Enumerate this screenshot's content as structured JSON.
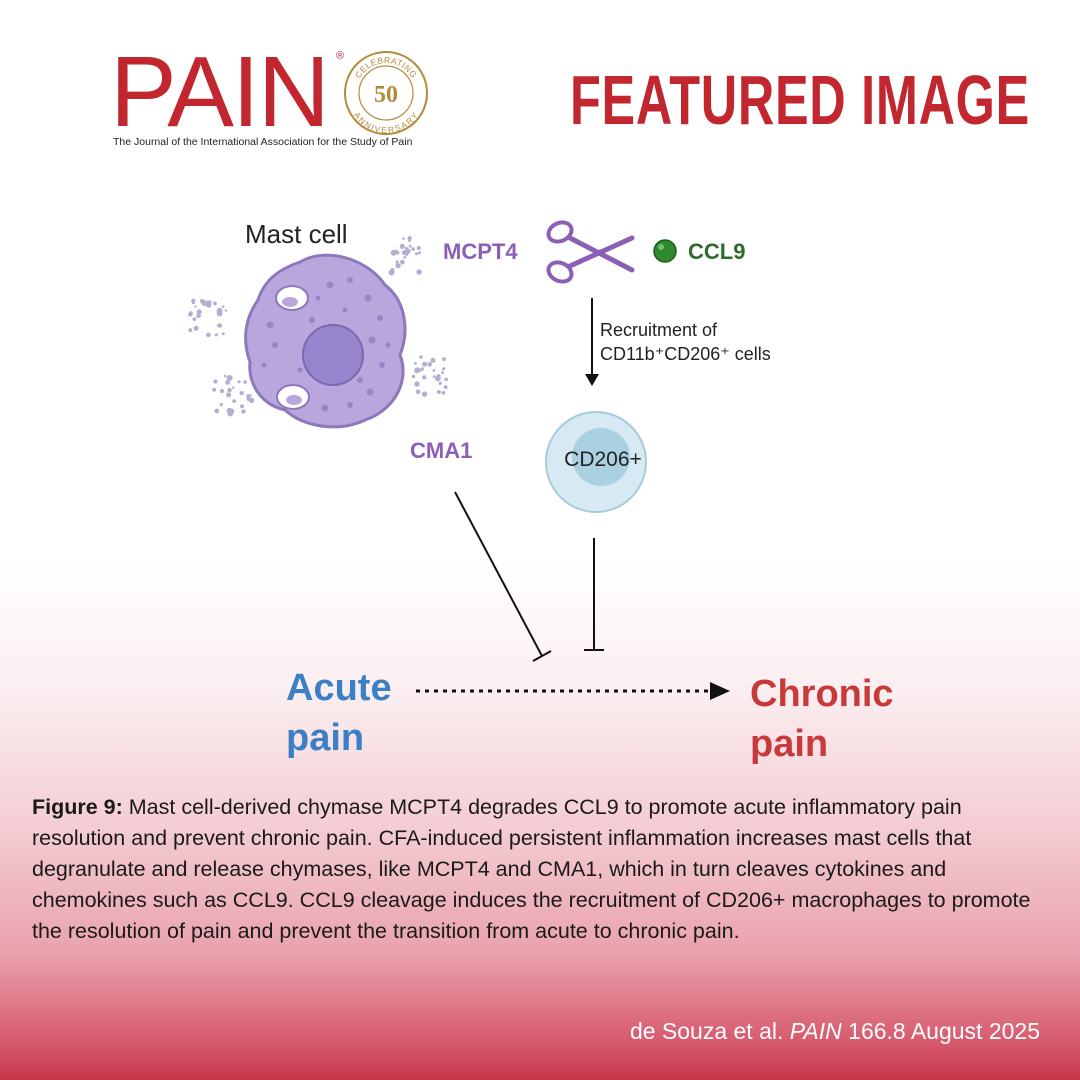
{
  "header": {
    "logo_text": "PAIN",
    "logo_registered": "®",
    "logo_tagline": "The Journal of the International Association for the Study of Pain",
    "seal_top_text": "CELEBRATING",
    "seal_number": "50",
    "seal_bottom_text": "ANNIVERSARY",
    "featured_title": "FEATURED IMAGE"
  },
  "diagram": {
    "mast_cell_label": "Mast cell",
    "mcpt4_label": "MCPT4",
    "ccl9_label": "CCL9",
    "recruitment_line1": "Recruitment of",
    "recruitment_line2": "CD11b⁺CD206⁺ cells",
    "cd206_label": "CD206+",
    "cma1_label": "CMA1",
    "acute_line1": "Acute",
    "acute_line2": "pain",
    "chronic_line1": "Chronic",
    "chronic_line2": "pain"
  },
  "caption": {
    "figure_label": "Figure 9:",
    "text": " Mast cell-derived chymase MCPT4 degrades CCL9 to promote acute inflammatory pain resolution and prevent chronic pain. CFA-induced persistent inflammation increases mast cells that degranulate and release chymases, like MCPT4 and CMA1, which in turn cleaves cytokines and chemokines such as CCL9. CCL9 cleavage induces the recruitment of CD206+ macrophages to promote the resolution of pain and prevent the transition from acute to chronic pain."
  },
  "citation": {
    "authors": "de Souza et al. ",
    "journal": "PAIN",
    "issue": " 166.8 August 2025"
  },
  "colors": {
    "brand_red": "#c2262f",
    "mast_cell_purple": "#b9a6dc",
    "nucleus_purple": "#9685cc",
    "acute_blue": "#3b7fc4",
    "chronic_red": "#c83a3a",
    "ccl9_green": "#2f8a2f",
    "cd206_blue": "#c9e3ef"
  }
}
